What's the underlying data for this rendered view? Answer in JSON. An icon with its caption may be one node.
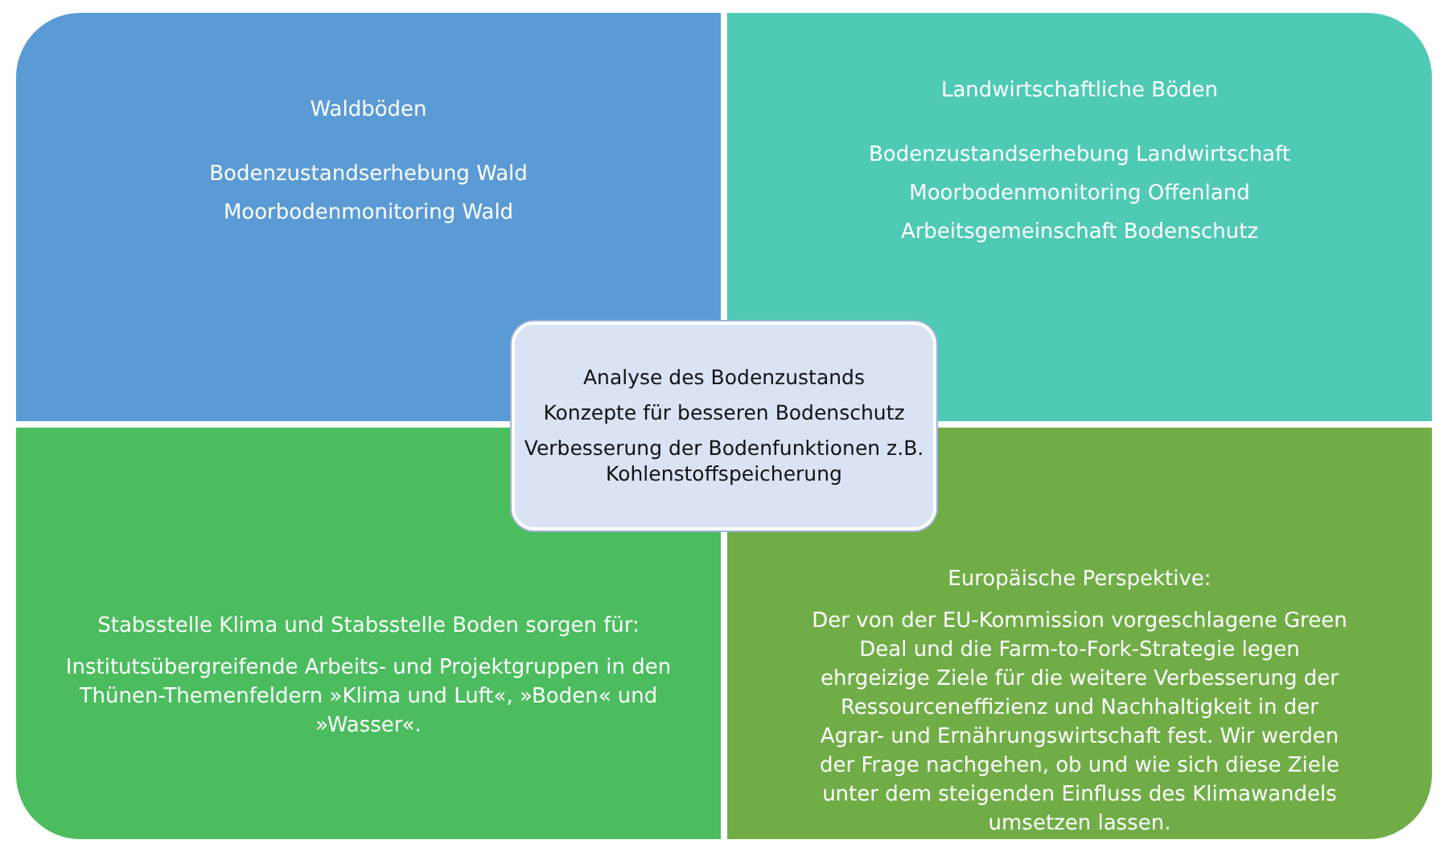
{
  "diagram": {
    "nodes": [
      {
        "text": [
          "Waldböden",
          "Bodenzustandserhebung Wald",
          "Moorbodenmonitoring Wald"
        ]
      },
      {
        "text": [
          "Landwirtschaftliche Böden",
          "Bodenzustandserhebung Landwirtschaft",
          "Moorbodenmonitoring Offenland",
          "Arbeitsgemeinschaft Bodenschutz"
        ]
      },
      {
        "text": [
          "Analyse des Bodenzustands",
          "Konzepte für besseren Bodenschutz",
          "Verbesserung der Bodenfunktionen z.B. Kohlenstoffspeicherung"
        ]
      },
      {
        "text": [
          "Stabsstelle Klima und Stabsstelle Boden sorgen für:",
          "Institutsübergreifende Arbeits- und Projektgruppen in den Thünen-Themenfeldern »Klima und Luft«, »Boden« und »Wasser«."
        ]
      },
      {
        "text": [
          "Europäische Perspektive:",
          "Der von der EU-Kommission vorgeschlagene Green Deal und die Farm-to-Fork-Strategie legen ehrgeizige Ziele für die weitere Verbesserung der Ressourceneffizienz und Nachhaltigkeit in der Agrar- und Ernährungswirtschaft fest. Wir werden der Frage nachgehen, ob und wie sich diese Ziele unter dem steigenden Einfluss des Klimawandels umsetzen lassen."
        ]
      }
    ]
  }
}
